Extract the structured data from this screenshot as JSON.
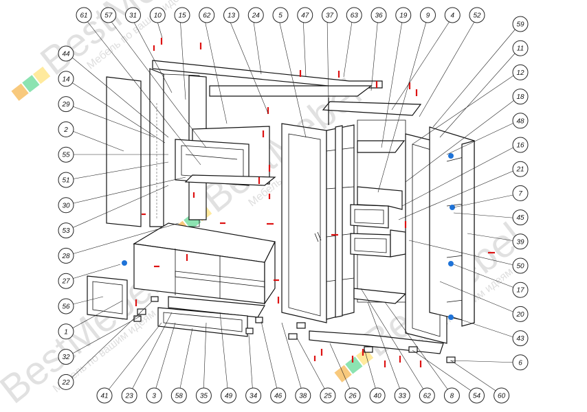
{
  "watermark": {
    "brand": "BestMebel",
    "tagline": "Мебель по вашим идеям",
    "colors": [
      "#f39c12",
      "#2ecc71",
      "#ffd84d"
    ]
  },
  "callouts_top": [
    "61",
    "57",
    "31",
    "10",
    "15",
    "62",
    "13",
    "24",
    "5",
    "47",
    "37",
    "63",
    "36",
    "19",
    "9",
    "4",
    "52"
  ],
  "callouts_left": [
    "44",
    "14",
    "29",
    "2",
    "55",
    "51",
    "30",
    "53",
    "28",
    "27",
    "56",
    "1",
    "32",
    "22"
  ],
  "callouts_right": [
    "59",
    "11",
    "12",
    "18",
    "48",
    "16",
    "21",
    "7",
    "45",
    "39",
    "50",
    "17",
    "20",
    "43",
    "6"
  ],
  "callouts_bottom": [
    "41",
    "23",
    "3",
    "58",
    "35",
    "49",
    "34",
    "46",
    "38",
    "25",
    "26",
    "40",
    "33",
    "62",
    "8",
    "54",
    "60"
  ],
  "colors": {
    "line": "#111111",
    "accent_red": "#dd1111",
    "accent_blue": "#1e73d8"
  }
}
